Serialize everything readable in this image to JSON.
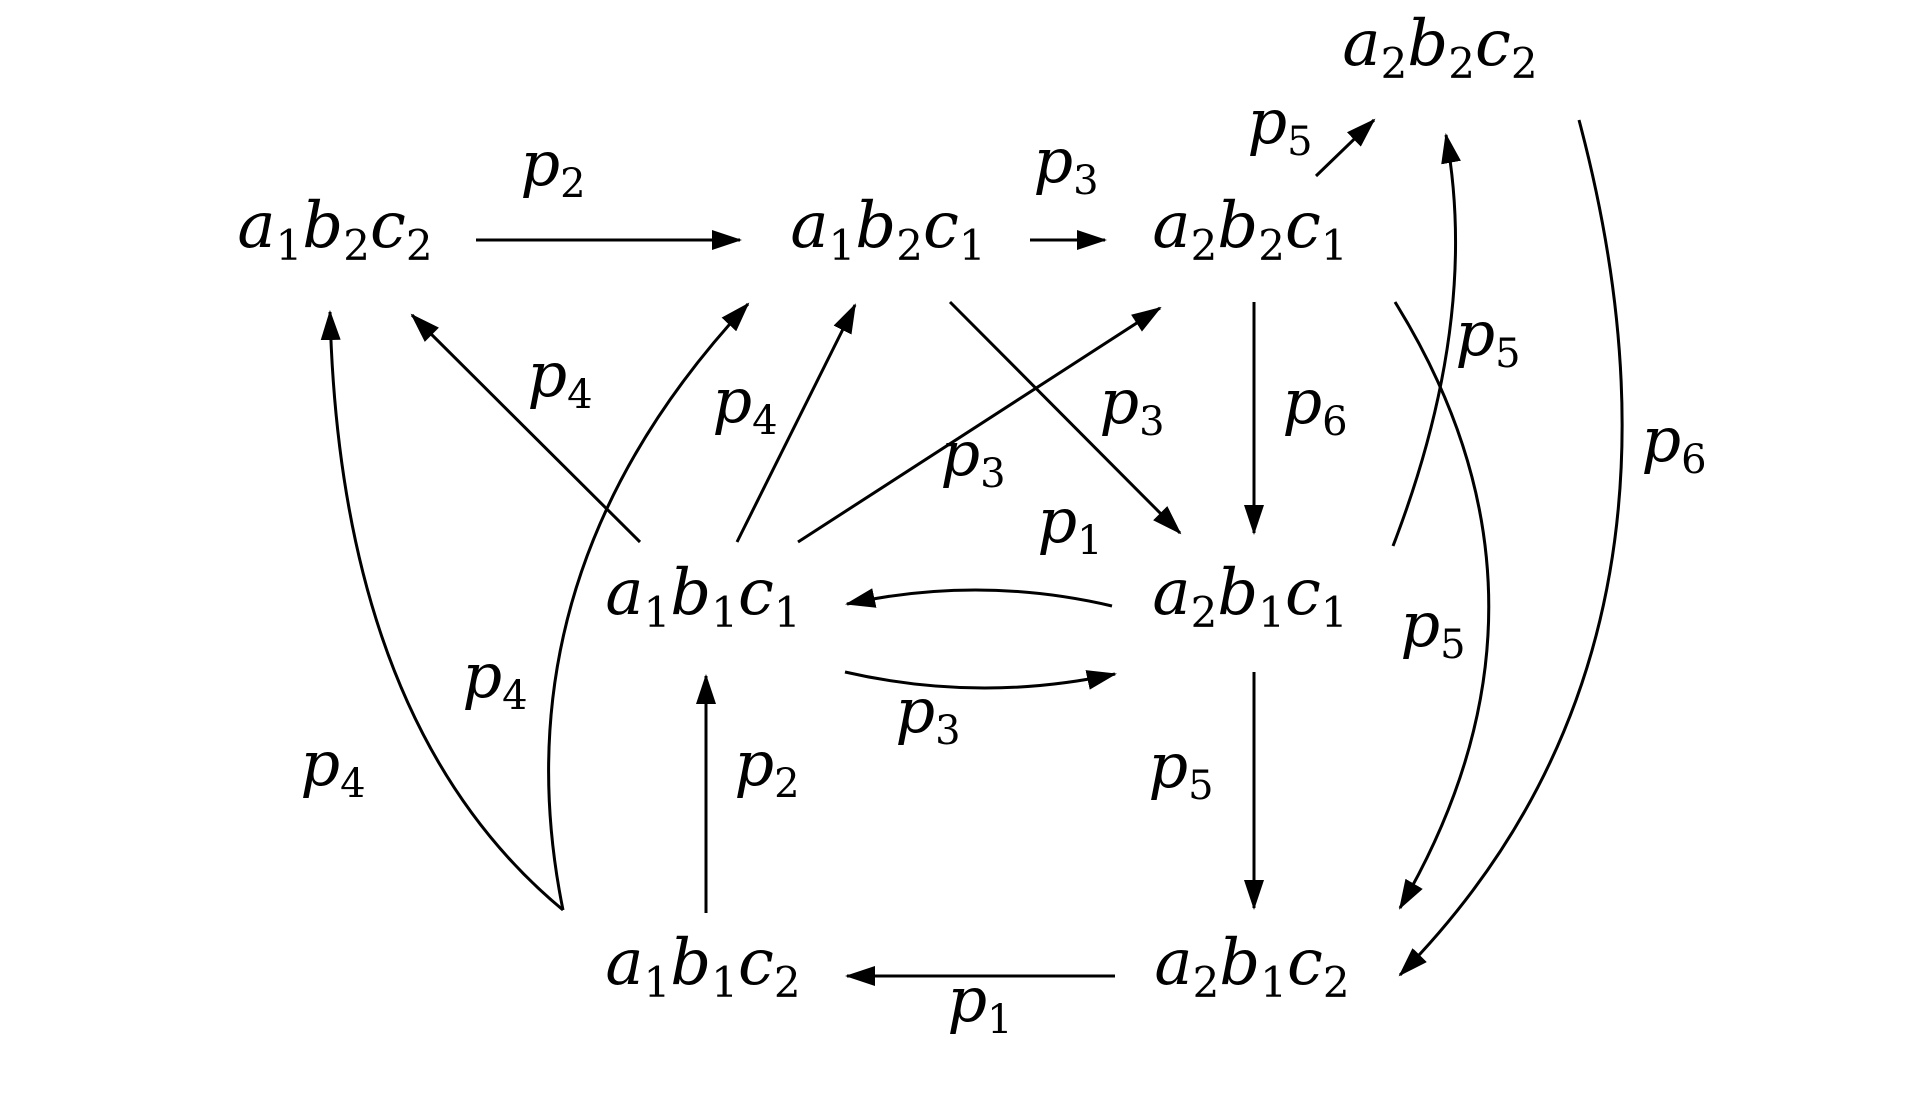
{
  "nodes": [
    {
      "id": "a1b2c2",
      "label": [
        "a",
        "1",
        "b",
        "2",
        "c",
        "2"
      ]
    },
    {
      "id": "a1b2c1",
      "label": [
        "a",
        "1",
        "b",
        "2",
        "c",
        "1"
      ]
    },
    {
      "id": "a2b2c1",
      "label": [
        "a",
        "2",
        "b",
        "2",
        "c",
        "1"
      ]
    },
    {
      "id": "a2b2c2",
      "label": [
        "a",
        "2",
        "b",
        "2",
        "c",
        "2"
      ]
    },
    {
      "id": "a1b1c1",
      "label": [
        "a",
        "1",
        "b",
        "1",
        "c",
        "1"
      ]
    },
    {
      "id": "a2b1c1",
      "label": [
        "a",
        "2",
        "b",
        "1",
        "c",
        "1"
      ]
    },
    {
      "id": "a1b1c2",
      "label": [
        "a",
        "1",
        "b",
        "1",
        "c",
        "2"
      ]
    },
    {
      "id": "a2b1c2",
      "label": [
        "a",
        "2",
        "b",
        "1",
        "c",
        "2"
      ]
    }
  ],
  "edges": [
    {
      "from": "a1b2c2",
      "to": "a1b2c1",
      "label": [
        "p",
        "2"
      ]
    },
    {
      "from": "a1b2c1",
      "to": "a2b2c1",
      "label": [
        "p",
        "3"
      ]
    },
    {
      "from": "a2b2c1",
      "to": "a2b2c2",
      "label": [
        "p",
        "5"
      ]
    },
    {
      "from": "a1b1c1",
      "to": "a1b2c2",
      "label": [
        "p",
        "4"
      ]
    },
    {
      "from": "a1b1c1",
      "to": "a1b2c1",
      "label": [
        "p",
        "4"
      ]
    },
    {
      "from": "a1b1c1",
      "to": "a2b2c1",
      "label": [
        "p",
        "3"
      ]
    },
    {
      "from": "a1b2c1",
      "to": "a2b1c1",
      "label": [
        "p",
        "3"
      ]
    },
    {
      "from": "a2b2c1",
      "to": "a2b1c1",
      "label": [
        "p",
        "6"
      ]
    },
    {
      "from": "a2b1c1",
      "to": "a2b2c2",
      "label": [
        "p",
        "5"
      ]
    },
    {
      "from": "a2b2c2",
      "to": "a2b1c2",
      "label": [
        "p",
        "6"
      ]
    },
    {
      "from": "a2b2c1",
      "to": "a2b1c2",
      "label": [
        "p",
        "5"
      ]
    },
    {
      "from": "a2b1c1",
      "to": "a1b1c1",
      "label": [
        "p",
        "1"
      ]
    },
    {
      "from": "a1b1c1",
      "to": "a2b1c1",
      "label": [
        "p",
        "3"
      ]
    },
    {
      "from": "a1b1c2",
      "to": "a1b1c1",
      "label": [
        "p",
        "2"
      ]
    },
    {
      "from": "a2b1c1",
      "to": "a2b1c2",
      "label": [
        "p",
        "5"
      ]
    },
    {
      "from": "a2b1c2",
      "to": "a1b1c2",
      "label": [
        "p",
        "1"
      ]
    },
    {
      "from": "a1b1c2",
      "to": "a1b2c2",
      "label": [
        "p",
        "4"
      ]
    },
    {
      "from": "a1b1c2",
      "to": "a1b2c1",
      "label": [
        "p",
        "4"
      ]
    }
  ]
}
